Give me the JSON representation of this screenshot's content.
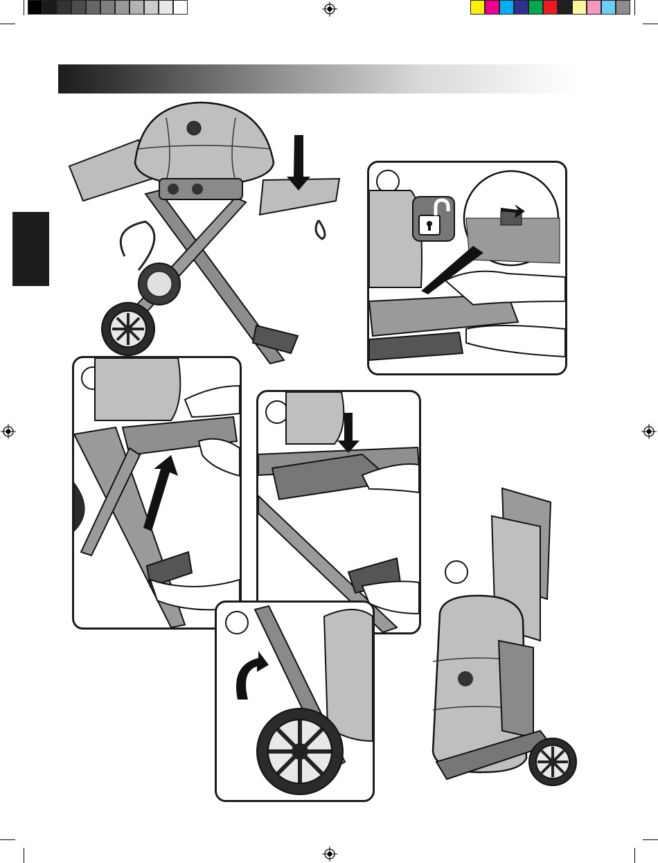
{
  "print_marks": {
    "grayscale_swatches": [
      "#000000",
      "#1a1a1a",
      "#333333",
      "#4d4d4d",
      "#666666",
      "#808080",
      "#999999",
      "#b3b3b3",
      "#cccccc",
      "#e6e6e6",
      "#ffffff"
    ],
    "color_swatches": [
      "#fff200",
      "#ec008c",
      "#00aeef",
      "#2e3192",
      "#00a651",
      "#ed1c24",
      "#231f20",
      "#fff799",
      "#f49ac1",
      "#6dcff6",
      "#8c8c8c"
    ]
  },
  "header": {
    "banner_gradient": [
      "#1c1c1c",
      "#ffffff"
    ]
  },
  "illustrations": [
    {
      "name": "grill-on-cart-overview",
      "step": ""
    },
    {
      "name": "unlock-side-shelf",
      "step": "",
      "icon": "unlock-icon"
    },
    {
      "name": "lift-side-shelf",
      "step": ""
    },
    {
      "name": "lower-side-shelf",
      "step": ""
    },
    {
      "name": "rotate-handle-over-wheel",
      "step": ""
    },
    {
      "name": "cart-folded-upright",
      "step": ""
    }
  ]
}
